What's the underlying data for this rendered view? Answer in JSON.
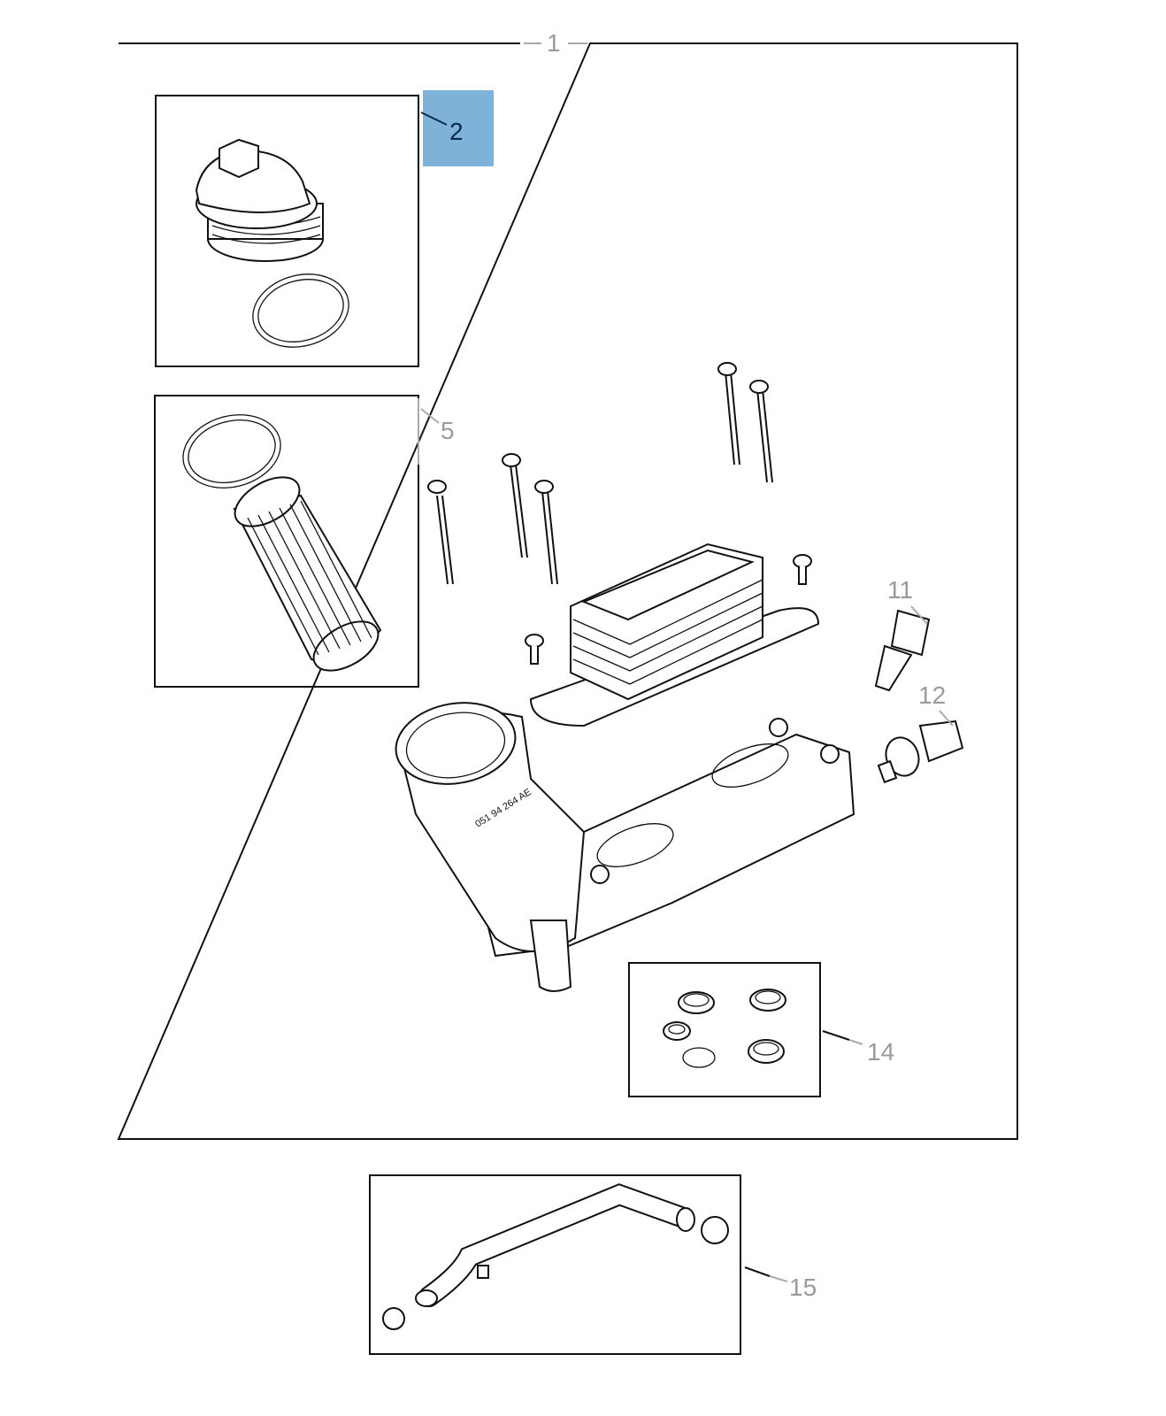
{
  "diagram": {
    "callouts": [
      {
        "id": "1",
        "label": "1",
        "part": "oil-filter-housing-assembly"
      },
      {
        "id": "2",
        "label": "2",
        "part": "oil-filter-cap",
        "highlighted": true
      },
      {
        "id": "5",
        "label": "5",
        "part": "oil-filter-element"
      },
      {
        "id": "11",
        "label": "11",
        "part": "sensor"
      },
      {
        "id": "12",
        "label": "12",
        "part": "pressure-sensor"
      },
      {
        "id": "14",
        "label": "14",
        "part": "seal-kit"
      },
      {
        "id": "15",
        "label": "15",
        "part": "hose-assembly"
      }
    ],
    "housing_stamp": "051 94 264 AE",
    "colors": {
      "highlight": "#7fb2d9",
      "active_text": "#0d2a4a",
      "callout_text": "#9a9a9a",
      "line": "#111111"
    }
  }
}
